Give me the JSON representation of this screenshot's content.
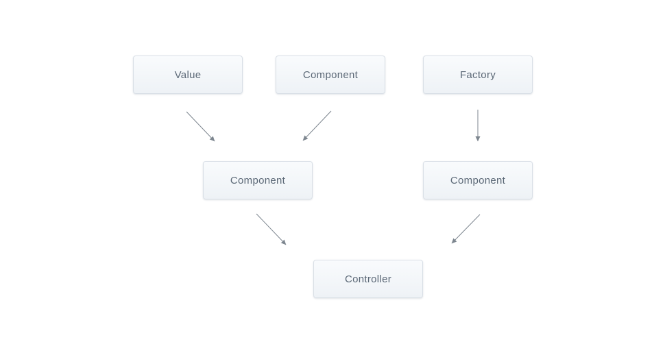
{
  "diagram": {
    "nodes": [
      {
        "id": "value",
        "label": "Value"
      },
      {
        "id": "component-top",
        "label": "Component"
      },
      {
        "id": "factory",
        "label": "Factory"
      },
      {
        "id": "component-left",
        "label": "Component"
      },
      {
        "id": "component-right",
        "label": "Component"
      },
      {
        "id": "controller",
        "label": "Controller"
      }
    ],
    "edges": [
      {
        "from": "value",
        "to": "component-left"
      },
      {
        "from": "component-top",
        "to": "component-left"
      },
      {
        "from": "factory",
        "to": "component-right"
      },
      {
        "from": "component-left",
        "to": "controller"
      },
      {
        "from": "component-right",
        "to": "controller"
      }
    ],
    "colors": {
      "background": "#ffffff",
      "node_fill_top": "#f9fbfd",
      "node_fill_bottom": "#eef2f6",
      "node_border": "#d9dfe6",
      "node_text": "#5b6876",
      "arrow": "#7d868f"
    }
  }
}
